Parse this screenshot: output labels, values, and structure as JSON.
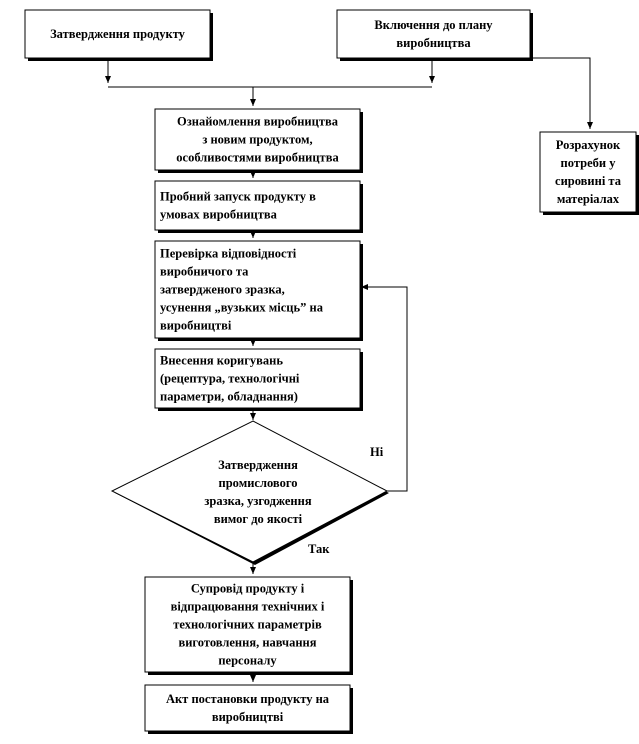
{
  "nodes": {
    "approval": [
      "Затвердження продукту"
    ],
    "plan_inclusion": [
      "Включення до плану",
      "виробництва"
    ],
    "needs_calc": [
      "Розрахунок",
      "потреби у",
      "сировині та",
      "матеріалах"
    ],
    "familiarization": [
      "Ознайомлення виробництва",
      "з новим продуктом,",
      "особливостями виробництва"
    ],
    "trial_launch": [
      "Пробний запуск продукту в",
      "умовах виробництва"
    ],
    "verification": [
      "Перевірка  відповідності",
      "виробничого та",
      "затвердженого зразка,",
      "усунення „вузьких місць” на",
      "виробництві"
    ],
    "corrections": [
      "Внесення коригувань",
      "(рецептура, технологічні",
      "параметри, обладнання)"
    ],
    "decision": [
      "Затвердження",
      "промислового",
      "зразка,  узгодження",
      "вимог до якості"
    ],
    "support": [
      "Супровід  продукту  і",
      "відпрацювання  технічних  і",
      "технологічних  параметрів",
      "виготовлення,  навчання",
      "персоналу"
    ],
    "final_act": [
      "Акт постановки продукту на",
      "виробництві"
    ]
  },
  "edge_labels": {
    "no": "Ні",
    "yes": "Так"
  }
}
